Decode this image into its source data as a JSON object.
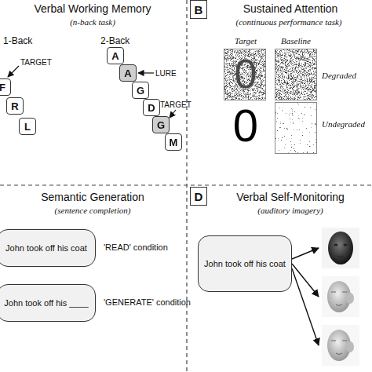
{
  "diagram": {
    "nodes": [
      {
        "text": [
          "F"
        ]
      },
      {
        "text": [
          "R"
        ]
      },
      {
        "text": [
          "L"
        ]
      },
      {
        "text": [
          "A"
        ]
      },
      {
        "text": [
          "A"
        ]
      },
      {
        "text": [
          "G"
        ]
      },
      {
        "text": [
          "D"
        ]
      },
      {
        "text": [
          "G"
        ]
      },
      {
        "text": [
          "M"
        ]
      },
      {
        "text": [
          "B"
        ]
      },
      {
        "text": [
          "John took off his coat"
        ]
      },
      {
        "text": [
          "John took off his ____"
        ]
      },
      {
        "text": [
          "D"
        ]
      },
      {
        "text": [
          "John took off his coat"
        ]
      }
    ],
    "labels": [
      "Verbal Working Memory",
      "(n-back task)",
      "1-Back",
      "TARGET",
      "2-Back",
      "LURE",
      "TARGET",
      "Sustained Attention",
      "(continuous performance task)",
      "Target",
      "Baseline",
      "0",
      "Degraded",
      "0",
      "Undegraded",
      "Semantic Generation",
      "(sentence completion)",
      "'READ' condition",
      "'GENERATE' condition",
      "Verbal Self-Monitoring",
      "(auditory imagery)"
    ]
  }
}
